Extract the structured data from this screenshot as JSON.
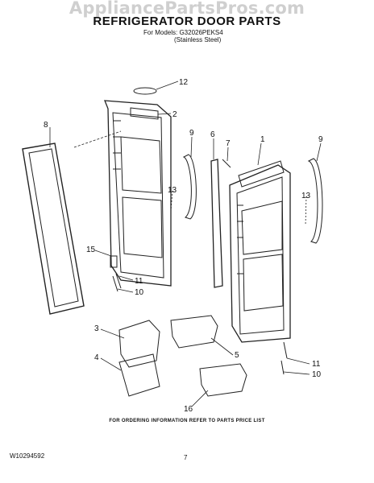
{
  "watermark": "AppliancePartsPros.com",
  "header": {
    "title": "REFRIGERATOR DOOR PARTS",
    "models_line": "For Models: G32026PEKS4",
    "variant": "(Stainless Steel)"
  },
  "callouts": [
    "12",
    "2",
    "8",
    "9",
    "6",
    "7",
    "1",
    "9",
    "13",
    "13",
    "15",
    "11",
    "10",
    "3",
    "5",
    "4",
    "11",
    "10",
    "16"
  ],
  "footer": {
    "ordering_info": "FOR ORDERING INFORMATION REFER TO PARTS PRICE LIST",
    "doc_number": "W10294592",
    "page_number": "7"
  }
}
